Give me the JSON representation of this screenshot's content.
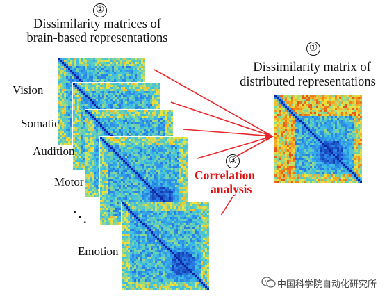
{
  "markers": [
    "②",
    "①",
    "③"
  ],
  "brain_title_line1": "Dissimilarity matrices of",
  "brain_title_line2": "brain-based representations",
  "distributed_title_line1": "Dissimilarity matrix of",
  "distributed_title_line2": "distributed representations",
  "modalities": [
    "Vision",
    "Somatic",
    "Audition",
    "Motor",
    "Emotion"
  ],
  "ellipsis": "⋱",
  "correlation_line1": "Correlation",
  "correlation_line2": "analysis",
  "watermark": "中国科学院自动化研究所",
  "colors": {
    "arrow": "#e8262a",
    "correlation_text": "#e01010",
    "heat_low": "#0a2a9a",
    "heat_mid": "#3aa8d8",
    "heat_high": "#e84a1a"
  }
}
